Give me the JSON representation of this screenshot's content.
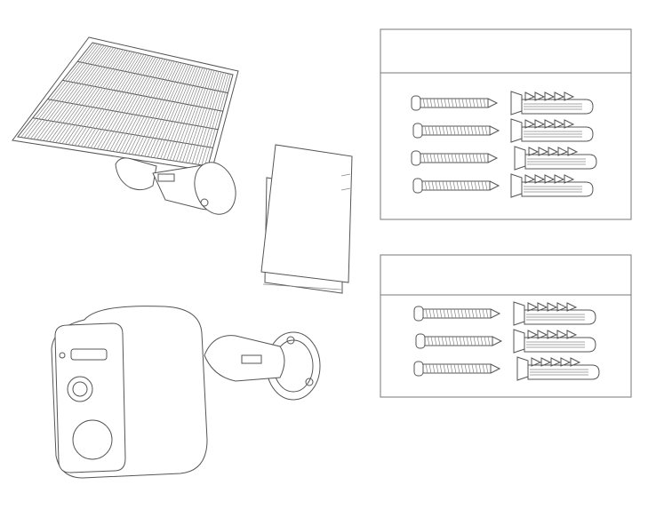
{
  "colors": {
    "line": "#555555",
    "box_border": "#777777",
    "background": "#ffffff"
  },
  "package_contents": {
    "items": [
      "solar-panel",
      "instruction-manual",
      "camera",
      "screw-kit-large",
      "screw-kit-small"
    ],
    "screw_kit_large": {
      "screws": 4,
      "anchors": 4
    },
    "screw_kit_small": {
      "screws": 3,
      "anchors": 3
    }
  }
}
